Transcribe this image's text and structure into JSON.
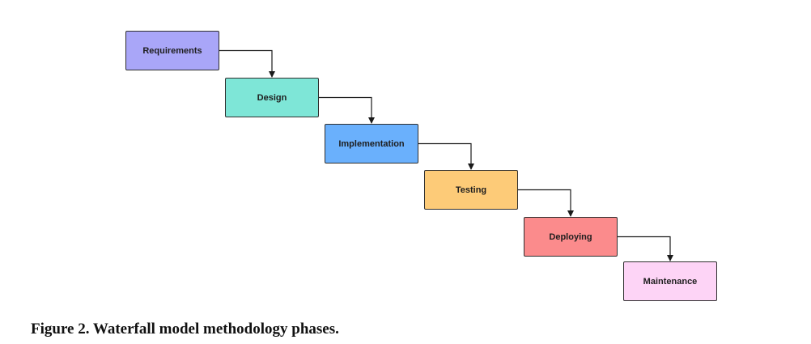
{
  "phases": [
    {
      "label": "Requirements",
      "color": "#a9a6f8"
    },
    {
      "label": "Design",
      "color": "#7ee6d7"
    },
    {
      "label": "Implementation",
      "color": "#6ab0fc"
    },
    {
      "label": "Testing",
      "color": "#fdcb78"
    },
    {
      "label": "Deploying",
      "color": "#fb8b8c"
    },
    {
      "label": "Maintenance",
      "color": "#fdd4f6"
    }
  ],
  "connector_color": "#1a1a1a",
  "caption": "Figure 2. Waterfall model methodology phases."
}
